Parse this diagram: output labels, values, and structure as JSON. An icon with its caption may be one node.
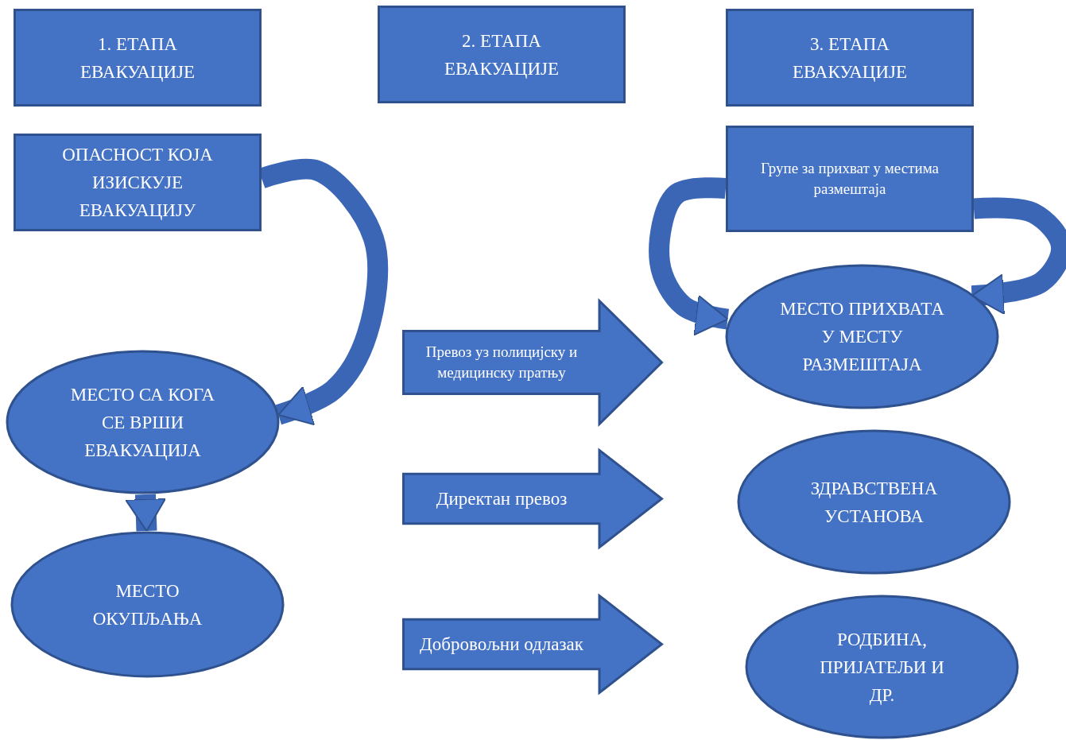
{
  "diagram": {
    "nodes": [
      {
        "text": [
          "1. ЕТАПА ЕВАКУАЦИЈЕ"
        ]
      },
      {
        "text": [
          "2. ЕТАПА ЕВАКУАЦИЈЕ"
        ]
      },
      {
        "text": [
          "3. ЕТАПА ЕВАКУАЦИЈЕ"
        ]
      },
      {
        "text": [
          "ОПАСНОСТ КОЈА ИЗИСКУЈЕ ЕВАКУАЦИЈУ"
        ]
      },
      {
        "text": [
          "Групе за прихват у местима размештаја"
        ]
      },
      {
        "text": [
          "МЕСТО СА КОГА СЕ ВРШИ ЕВАКУАЦИЈА"
        ]
      },
      {
        "text": [
          "Превоз уз полицијску и медицинску пратњу"
        ]
      },
      {
        "text": [
          "МЕСТО ПРИХВАТА У МЕСТУ РАЗМЕШТАЈА"
        ]
      },
      {
        "text": [
          "Директан превоз"
        ]
      },
      {
        "text": [
          "ЗДРАВСТВЕНА УСТАНОВА"
        ]
      },
      {
        "text": [
          "МЕСТО ОКУПЉАЊА"
        ]
      },
      {
        "text": [
          "Добровољни одлазак"
        ]
      },
      {
        "text": [
          "РОДБИНА, ПРИЈАТЕЉИ И ДР."
        ]
      }
    ],
    "edges": [
      {
        "from": 3,
        "to": 5,
        "arrow": "to"
      },
      {
        "from": 4,
        "to": 7,
        "arrow": "to"
      },
      {
        "from": 4,
        "to": 7,
        "arrow": "to"
      },
      {
        "from": 5,
        "to": 10,
        "arrow": "to"
      }
    ]
  }
}
